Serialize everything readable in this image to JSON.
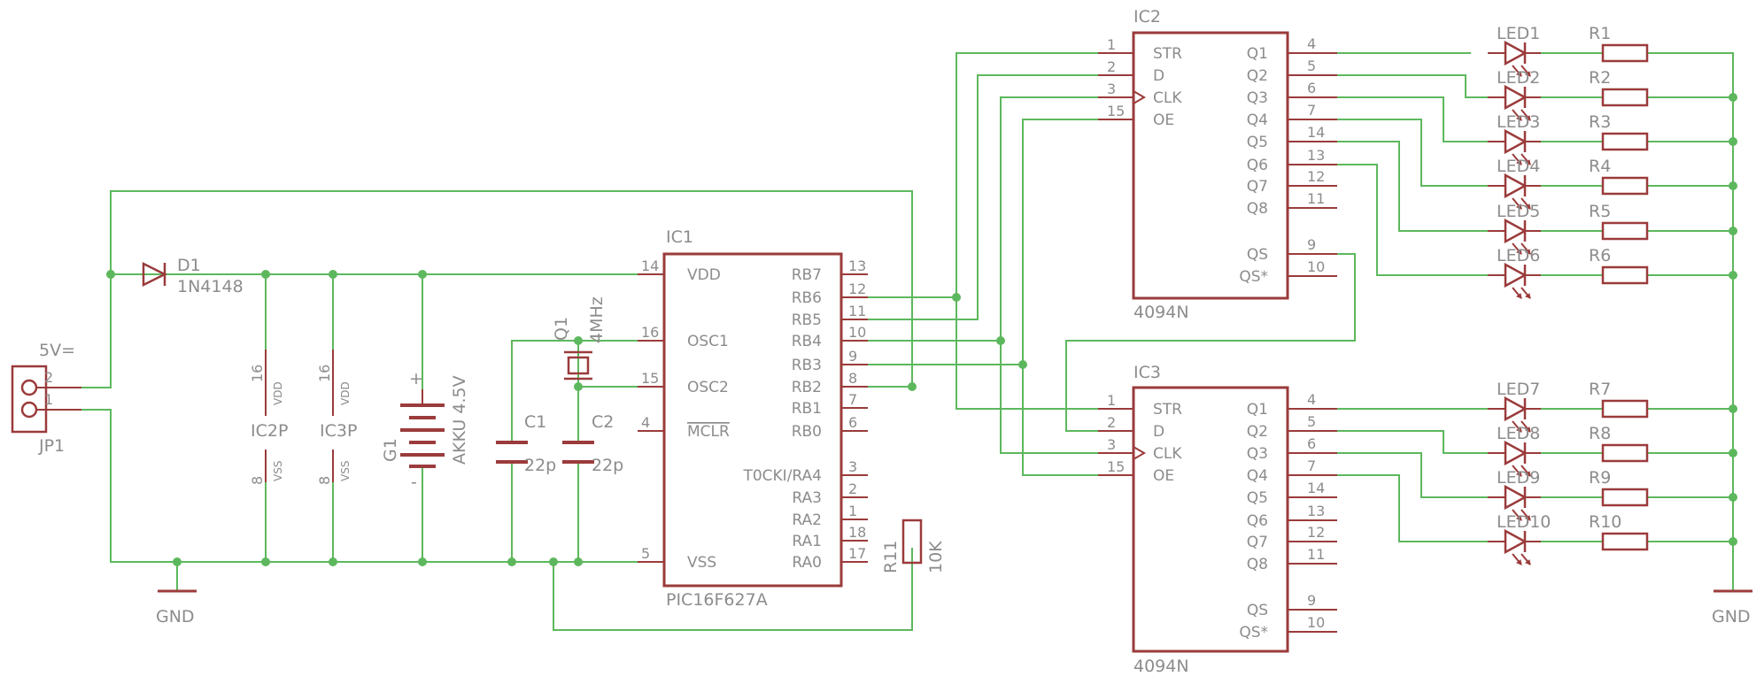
{
  "parts": {
    "jp1": {
      "name": "JP1",
      "value": "5V=",
      "pin2": "2",
      "pin1": "1"
    },
    "d1": {
      "name": "D1",
      "value": "1N4148"
    },
    "g1": {
      "name": "G1",
      "value": "AKKU 4.5V",
      "plus": "+",
      "minus": "-"
    },
    "c1": {
      "name": "C1",
      "value": "22p"
    },
    "c2": {
      "name": "C2",
      "value": "22p"
    },
    "q1": {
      "name": "Q1",
      "value": "4MHz"
    },
    "r11": {
      "name": "R11",
      "value": "10K"
    },
    "ic2p": {
      "name": "IC2P",
      "pin_top": "16",
      "pin_bottom": "8",
      "vdd": "VDD",
      "vss": "VSS"
    },
    "ic3p": {
      "name": "IC3P",
      "pin_top": "16",
      "pin_bottom": "8",
      "vdd": "VDD",
      "vss": "VSS"
    },
    "gnd_left": "GND",
    "gnd_right": "GND"
  },
  "ic1": {
    "name": "IC1",
    "value": "PIC16F627A",
    "left_pins": [
      {
        "num": "14",
        "label": "VDD"
      },
      {
        "num": "16",
        "label": "OSC1"
      },
      {
        "num": "15",
        "label": "OSC2"
      },
      {
        "num": "4",
        "label": "MCLR"
      },
      {
        "num": "5",
        "label": "VSS"
      }
    ],
    "right_pins": [
      {
        "num": "13",
        "label": "RB7"
      },
      {
        "num": "12",
        "label": "RB6"
      },
      {
        "num": "11",
        "label": "RB5"
      },
      {
        "num": "10",
        "label": "RB4"
      },
      {
        "num": "9",
        "label": "RB3"
      },
      {
        "num": "8",
        "label": "RB2"
      },
      {
        "num": "7",
        "label": "RB1"
      },
      {
        "num": "6",
        "label": "RB0"
      },
      {
        "num": "3",
        "label": "T0CKI/RA4"
      },
      {
        "num": "2",
        "label": "RA3"
      },
      {
        "num": "1",
        "label": "RA2"
      },
      {
        "num": "18",
        "label": "RA1"
      },
      {
        "num": "17",
        "label": "RA0"
      }
    ]
  },
  "ic2": {
    "name": "IC2",
    "value": "4094N",
    "left_pins": [
      {
        "num": "1",
        "label": "STR"
      },
      {
        "num": "2",
        "label": "D"
      },
      {
        "num": "3",
        "label": "CLK"
      },
      {
        "num": "15",
        "label": "OE"
      }
    ],
    "right_pins": [
      {
        "num": "4",
        "label": "Q1"
      },
      {
        "num": "5",
        "label": "Q2"
      },
      {
        "num": "6",
        "label": "Q3"
      },
      {
        "num": "7",
        "label": "Q4"
      },
      {
        "num": "14",
        "label": "Q5"
      },
      {
        "num": "13",
        "label": "Q6"
      },
      {
        "num": "12",
        "label": "Q7"
      },
      {
        "num": "11",
        "label": "Q8"
      },
      {
        "num": "9",
        "label": "QS"
      },
      {
        "num": "10",
        "label": "QS*"
      }
    ]
  },
  "ic3": {
    "name": "IC3",
    "value": "4094N",
    "left_pins": [
      {
        "num": "1",
        "label": "STR"
      },
      {
        "num": "2",
        "label": "D"
      },
      {
        "num": "3",
        "label": "CLK"
      },
      {
        "num": "15",
        "label": "OE"
      }
    ],
    "right_pins": [
      {
        "num": "4",
        "label": "Q1"
      },
      {
        "num": "5",
        "label": "Q2"
      },
      {
        "num": "6",
        "label": "Q3"
      },
      {
        "num": "7",
        "label": "Q4"
      },
      {
        "num": "14",
        "label": "Q5"
      },
      {
        "num": "13",
        "label": "Q6"
      },
      {
        "num": "12",
        "label": "Q7"
      },
      {
        "num": "11",
        "label": "Q8"
      },
      {
        "num": "9",
        "label": "QS"
      },
      {
        "num": "10",
        "label": "QS*"
      }
    ]
  },
  "leds": [
    "LED1",
    "LED2",
    "LED3",
    "LED4",
    "LED5",
    "LED6",
    "LED7",
    "LED8",
    "LED9",
    "LED10"
  ],
  "resistors": [
    "R1",
    "R2",
    "R3",
    "R4",
    "R5",
    "R6",
    "R7",
    "R8",
    "R9",
    "R10"
  ],
  "colors": {
    "wire": "#5db85d",
    "part": "#9b3b3b",
    "text": "#8c8c8c",
    "background": "#ffffff"
  }
}
